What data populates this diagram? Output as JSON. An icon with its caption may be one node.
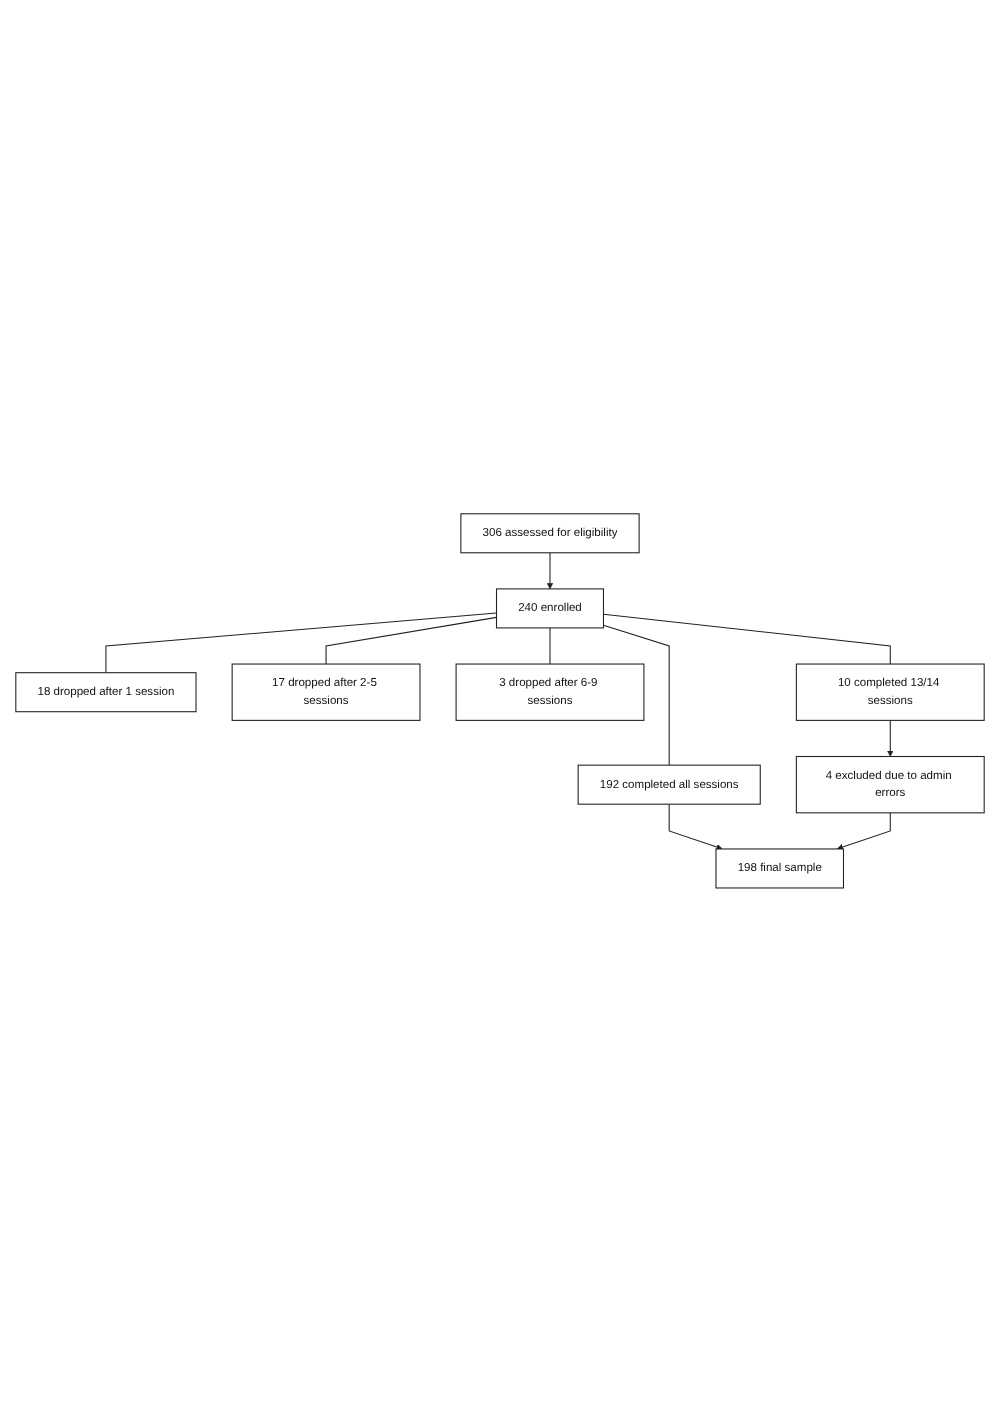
{
  "diagram": {
    "nodes": [
      {
        "text": [
          "306 assessed for eligibility"
        ]
      },
      {
        "text": [
          "240 enrolled"
        ]
      },
      {
        "text": [
          "18 dropped after 1 session"
        ]
      },
      {
        "text": [
          "17 dropped after 2-5 sessions"
        ]
      },
      {
        "text": [
          "3 dropped after 6-9 sessions"
        ]
      },
      {
        "text": [
          "10 completed 13/14 sessions"
        ]
      },
      {
        "text": [
          "192 completed all sessions"
        ]
      },
      {
        "text": [
          "4 excluded due to admin errors"
        ]
      },
      {
        "text": [
          "198 final sample"
        ]
      }
    ],
    "edges": [
      {
        "from": 0,
        "to": 1,
        "arrow": "to"
      },
      {
        "from": 1,
        "to": 2,
        "arrow": "none"
      },
      {
        "from": 1,
        "to": 3,
        "arrow": "none"
      },
      {
        "from": 1,
        "to": 4,
        "arrow": "none"
      },
      {
        "from": 1,
        "to": 5,
        "arrow": "none"
      },
      {
        "from": 1,
        "to": 6,
        "arrow": "none"
      },
      {
        "from": 5,
        "to": 7,
        "arrow": "to"
      },
      {
        "from": 6,
        "to": 8,
        "arrow": "to"
      },
      {
        "from": 7,
        "to": 8,
        "arrow": "to"
      }
    ]
  }
}
